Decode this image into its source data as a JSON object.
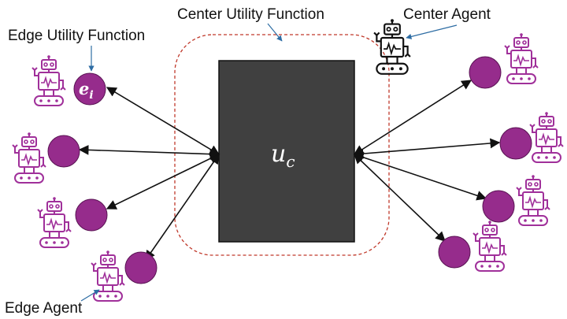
{
  "labels": {
    "center_utility": "Center Utility Function",
    "center_agent": "Center Agent",
    "edge_utility": "Edge Utility Function",
    "edge_agent": "Edge Agent"
  },
  "center_node": {
    "symbol": "u",
    "subscript": "c"
  },
  "edge_node_label": {
    "symbol": "e",
    "subscript": "i"
  },
  "colors": {
    "edge_node": "#962c8c",
    "center_block": "#404040",
    "robot_edge": "#a0309a",
    "robot_center": "#111111",
    "dashed_border": "#c0392b",
    "pointer": "#2e6da4"
  },
  "icons": [
    "robot-icon"
  ]
}
